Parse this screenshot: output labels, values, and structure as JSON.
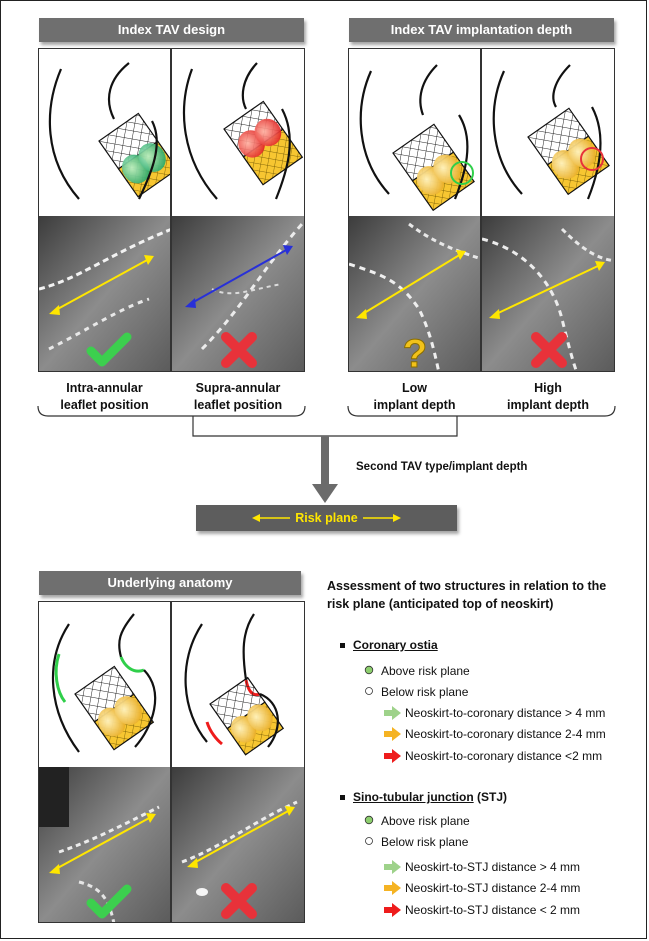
{
  "headers": {
    "design": "Index TAV design",
    "depth": "Index TAV implantation depth",
    "anatomy": "Underlying anatomy"
  },
  "captions": {
    "intra_line1": "Intra-annular",
    "intra_line2": "leaflet position",
    "supra_line1": "Supra-annular",
    "supra_line2": "leaflet position",
    "low_line1": "Low",
    "low_line2": "implant depth",
    "high_line1": "High",
    "high_line2": "implant depth"
  },
  "second_label": "Second TAV type/implant depth",
  "risk_plane": "Risk plane",
  "assessment": {
    "title_line1": "Assessment of two structures in relation to the",
    "title_line2": "risk plane (anticipated top of neoskirt)",
    "coronary": {
      "title": "Coronary ostia",
      "above": "Above risk plane",
      "below": "Below risk plane",
      "d1": "Neoskirt-to-coronary distance > 4 mm",
      "d2": "Neoskirt-to-coronary distance 2-4 mm",
      "d3": "Neoskirt-to-coronary distance <2 mm"
    },
    "stj": {
      "title": "Sino-tubular junction",
      "abbr": "(STJ)",
      "above": "Above risk plane",
      "below": "Below risk plane",
      "d1": "Neoskirt-to-STJ distance > 4 mm",
      "d2": "Neoskirt-to-STJ distance 2-4 mm",
      "d3": "Neoskirt-to-STJ distance < 2 mm"
    }
  },
  "colors": {
    "green_arrow": "#9ed28a",
    "orange_arrow": "#f5b323",
    "red_arrow": "#ee1c1c",
    "check": "#3ccf4e",
    "cross": "#e8323a",
    "question": "#f2c21a",
    "risk_text": "#ffe600"
  },
  "icons": [
    "check-icon",
    "cross-icon",
    "question-icon",
    "green-bullet-icon",
    "hollow-bullet-icon",
    "arrow-right-icon"
  ]
}
